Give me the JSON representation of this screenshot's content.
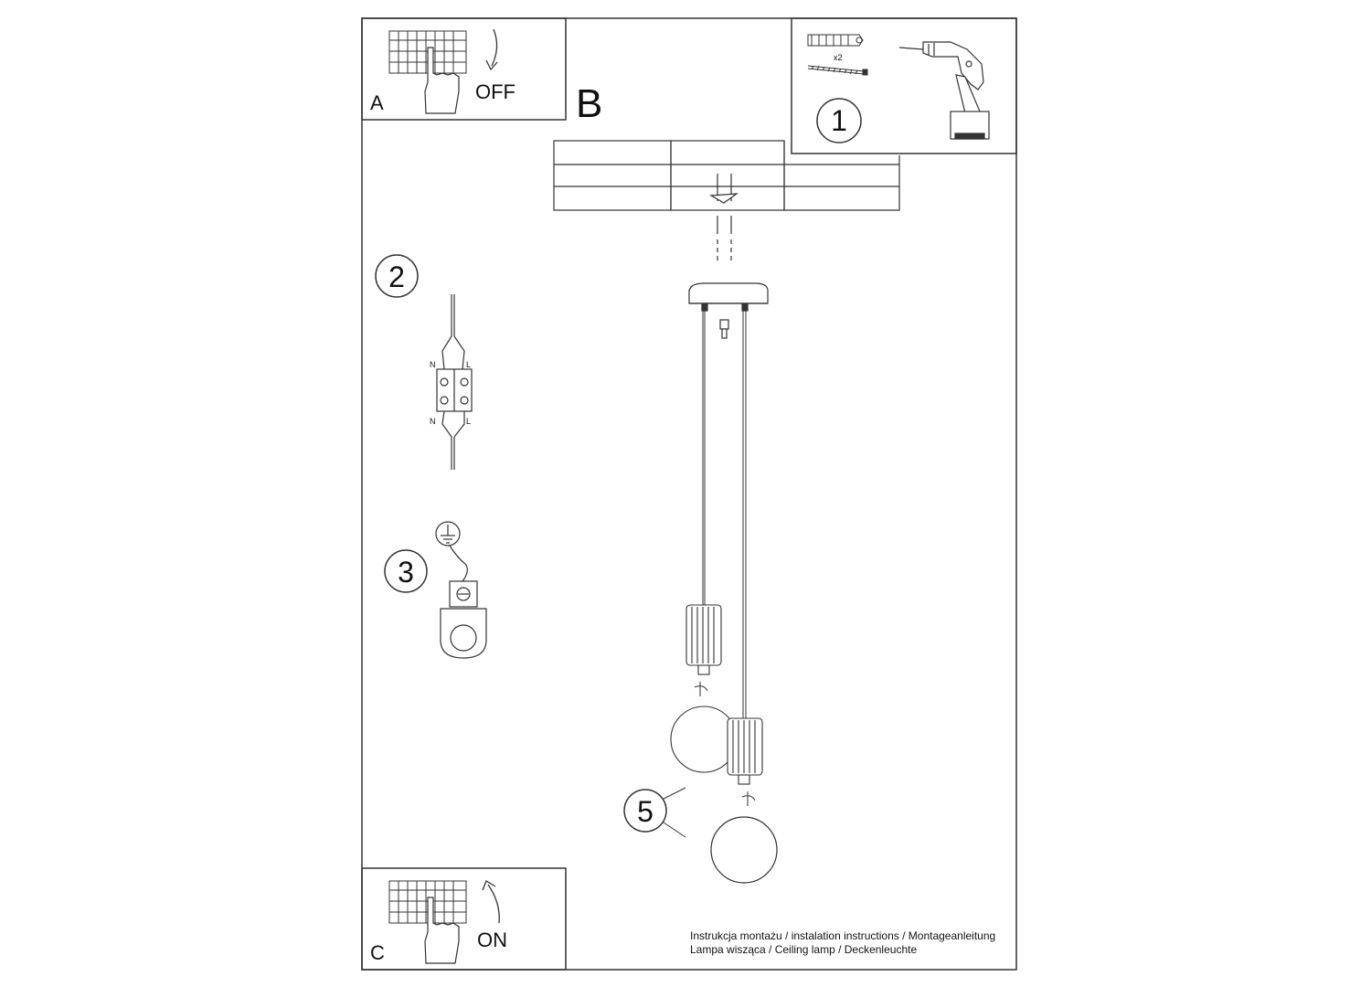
{
  "panels": {
    "a": {
      "letter": "A",
      "state": "OFF"
    },
    "b": {
      "letter": "B"
    },
    "c": {
      "letter": "C",
      "state": "ON"
    }
  },
  "tools": {
    "quantity": "x2"
  },
  "steps": {
    "s1": "1",
    "s2": "2",
    "s3": "3",
    "s5": "5"
  },
  "terminal": {
    "n_top": "N",
    "l_top": "L",
    "n_bottom": "N",
    "l_bottom": "L"
  },
  "footer": {
    "line1": "Instrukcja montażu / instalation instructions / Montageanleitung",
    "line2": "Lampa wisząca / Ceiling lamp / Deckenleuchte"
  },
  "icons": [
    "circuit-breaker-icon",
    "hand-icon",
    "curved-arrow-icon",
    "wall-plug-icon",
    "screw-icon",
    "drill-icon",
    "terminal-block-icon",
    "ground-icon",
    "ceiling-canopy-icon",
    "lamp-holder-icon",
    "glass-globe-icon"
  ],
  "colors": {
    "line": "#333333",
    "background": "#ffffff"
  }
}
